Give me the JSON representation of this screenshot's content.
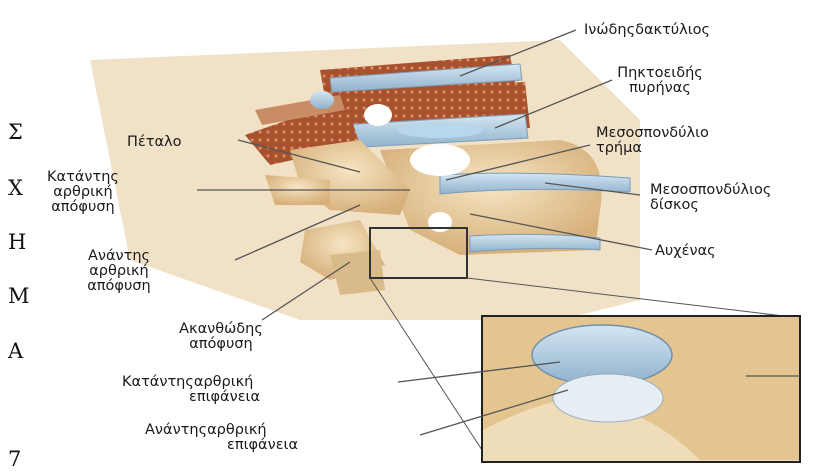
{
  "side_letters": [
    "Σ",
    "Χ",
    "Η",
    "Μ",
    "Α",
    "7"
  ],
  "labels": {
    "annulus": "Ινώδηςδακτύλιος",
    "nucleus_1": "Πηκτοειδής",
    "nucleus_2": "πυρήνας",
    "petalo": "Πέταλο",
    "foramen_1": "Μεσοσπονδύλιο",
    "foramen_2": "τρήμα",
    "inferior_process_1": "Κατάντης",
    "inferior_process_2": "αρθρική",
    "inferior_process_3": "απόφυση",
    "disc_1": "Μεσοσπονδύλιος",
    "disc_2": "δίσκος",
    "superior_process_1": "Ανάντης",
    "superior_process_2": "αρθρική",
    "superior_process_3": "απόφυση",
    "neck": "Αυχένας",
    "spinous_1": "Ακανθώδης",
    "spinous_2": "απόφυση",
    "inferior_surface_1": "Κατάντηςαρθρική",
    "inferior_surface_2": "επιφάνεια",
    "superior_surface_1": "Ανάντηςαρθρική",
    "superior_surface_2": "επιφάνεια"
  },
  "colors": {
    "bone": "#e9d3a6",
    "bone_shadow": "#c9a06a",
    "cancellous": "#a8512f",
    "disc": "#a9c6dd",
    "leader": "#555555"
  }
}
